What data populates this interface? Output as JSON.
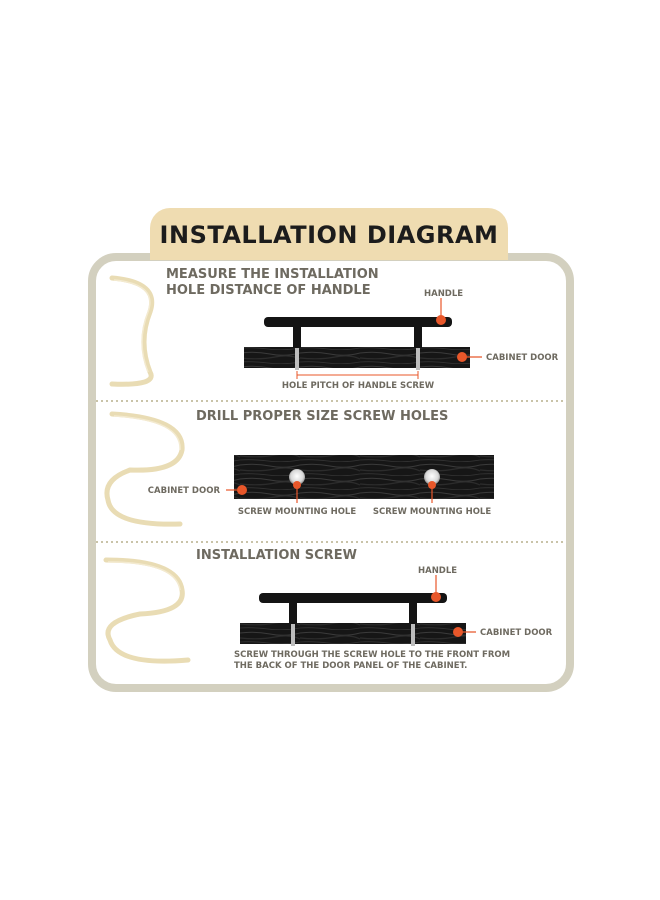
{
  "title": "INSTALLATION DIAGRAM",
  "colors": {
    "title_tab": "#efdcb1",
    "frame": "#d3d0bf",
    "rope": "#e9dcb4",
    "accent": "#e8572a",
    "dark_text": "#1c1c1c",
    "label_text": "#6e6a60",
    "wood": "#1a1a1a",
    "divider": "#c9c3a8"
  },
  "steps": [
    {
      "heading_lines": [
        "MEASURE THE INSTALLATION",
        "HOLE DISTANCE OF HANDLE"
      ],
      "labels": {
        "handle": "HANDLE",
        "cabinet_door": "CABINET DOOR",
        "hole_pitch": "HOLE PITCH OF HANDLE SCREW"
      }
    },
    {
      "heading_lines": [
        "DRILL PROPER SIZE SCREW HOLES"
      ],
      "labels": {
        "cabinet_door": "CABINET DOOR",
        "screw_hole_left": "SCREW MOUNTING HOLE",
        "screw_hole_right": "SCREW MOUNTING HOLE"
      }
    },
    {
      "heading_lines": [
        "INSTALLATION SCREW"
      ],
      "labels": {
        "handle": "HANDLE",
        "cabinet_door": "CABINET DOOR",
        "note_lines": [
          "SCREW THROUGH THE SCREW HOLE TO THE FRONT FROM",
          "THE BACK OF THE DOOR PANEL OF THE CABINET."
        ]
      }
    }
  ]
}
